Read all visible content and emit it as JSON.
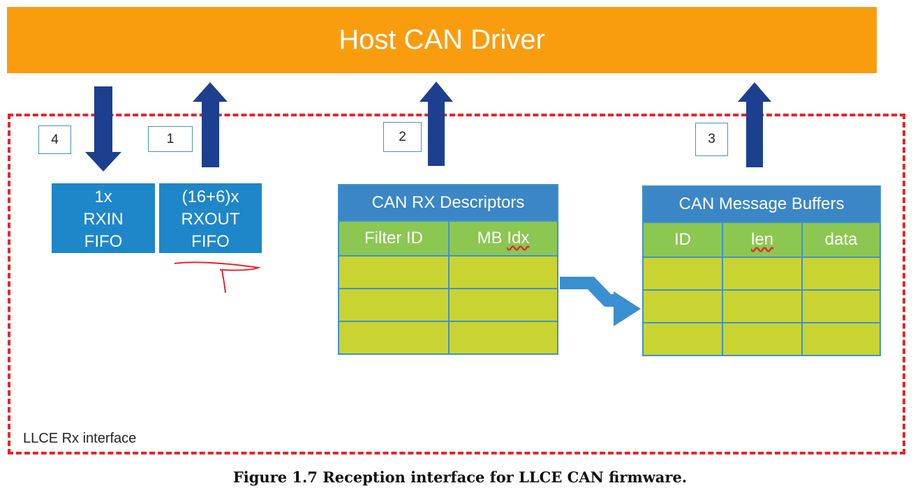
{
  "host": {
    "label": "Host CAN Driver"
  },
  "rx_interface": {
    "label": "LLCE Rx interface"
  },
  "steps": [
    "4",
    "1",
    "2",
    "3"
  ],
  "fifos": [
    {
      "lines": [
        "1x",
        "RXIN",
        "FIFO"
      ]
    },
    {
      "lines": [
        "(16+6)x",
        "RXOUT",
        "FIFO"
      ]
    }
  ],
  "descriptors": {
    "title": "CAN RX Descriptors",
    "columns": [
      "Filter ID",
      "MB Idx"
    ]
  },
  "message_buffers": {
    "title": "CAN Message Buffers",
    "columns": [
      "ID",
      "len",
      "data"
    ]
  },
  "caption": "Figure 1.7 Reception interface for LLCE CAN firmware.",
  "colors": {
    "host": "#f99d0f",
    "arrow": "#1c3f8f",
    "fifo": "#1d87c9",
    "table_title": "#3b86c6",
    "table_header": "#8cc752",
    "table_cell": "#c9d433",
    "dashed_border": "#e3262b"
  }
}
